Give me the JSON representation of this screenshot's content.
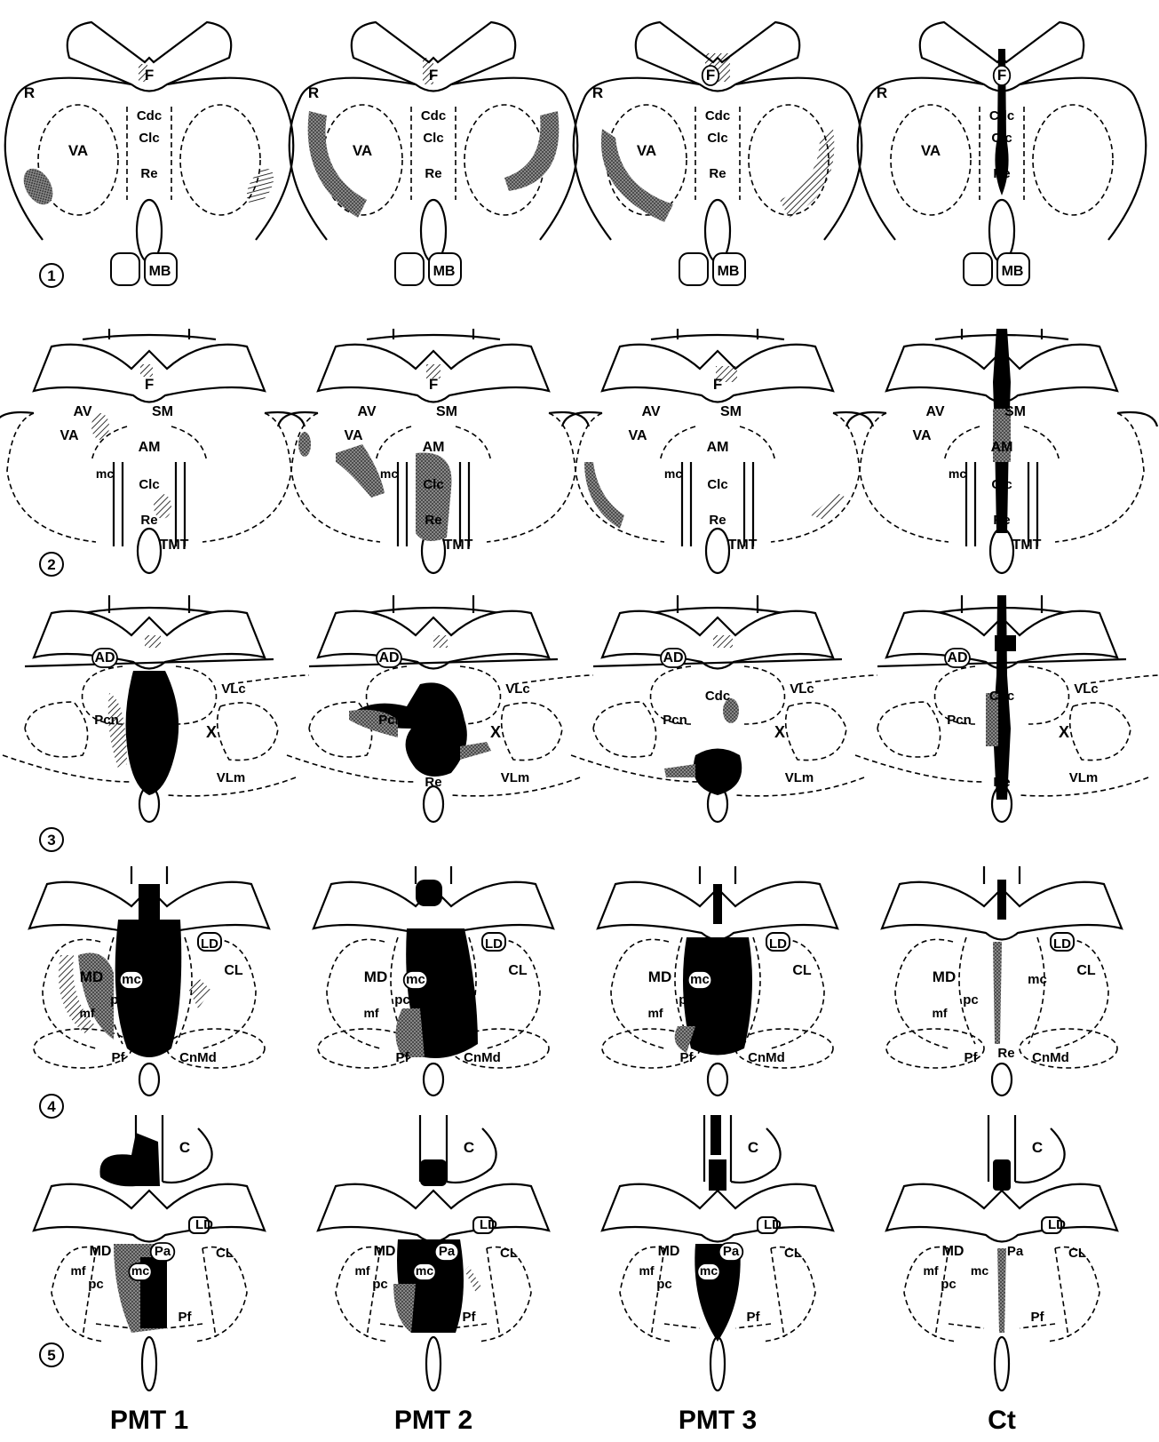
{
  "columns": [
    "PMT 1",
    "PMT 2",
    "PMT 3",
    "Ct"
  ],
  "rows": [
    {
      "number": "1",
      "labels": [
        "R",
        "F",
        "Cdc",
        "Clc",
        "VA",
        "Re",
        "MB"
      ]
    },
    {
      "number": "2",
      "labels": [
        "F",
        "AV",
        "SM",
        "VA",
        "AM",
        "mc",
        "Clc",
        "Re",
        "TMT"
      ]
    },
    {
      "number": "3",
      "labels": [
        "AD",
        "Cdc",
        "VLc",
        "Pcn",
        "X",
        "VLm",
        "Re"
      ]
    },
    {
      "number": "4",
      "labels": [
        "LD",
        "CL",
        "MD",
        "mc",
        "pc",
        "mf",
        "Pf",
        "CnMd",
        "Re"
      ]
    },
    {
      "number": "5",
      "labels": [
        "C",
        "LD",
        "MD",
        "Pa",
        "CL",
        "mf",
        "mc",
        "pc",
        "Pf"
      ]
    }
  ],
  "colors": {
    "ink": "#000000",
    "lesion_dense": "#111111",
    "lesion_stipple": "#555555",
    "hatch": "#000000"
  }
}
